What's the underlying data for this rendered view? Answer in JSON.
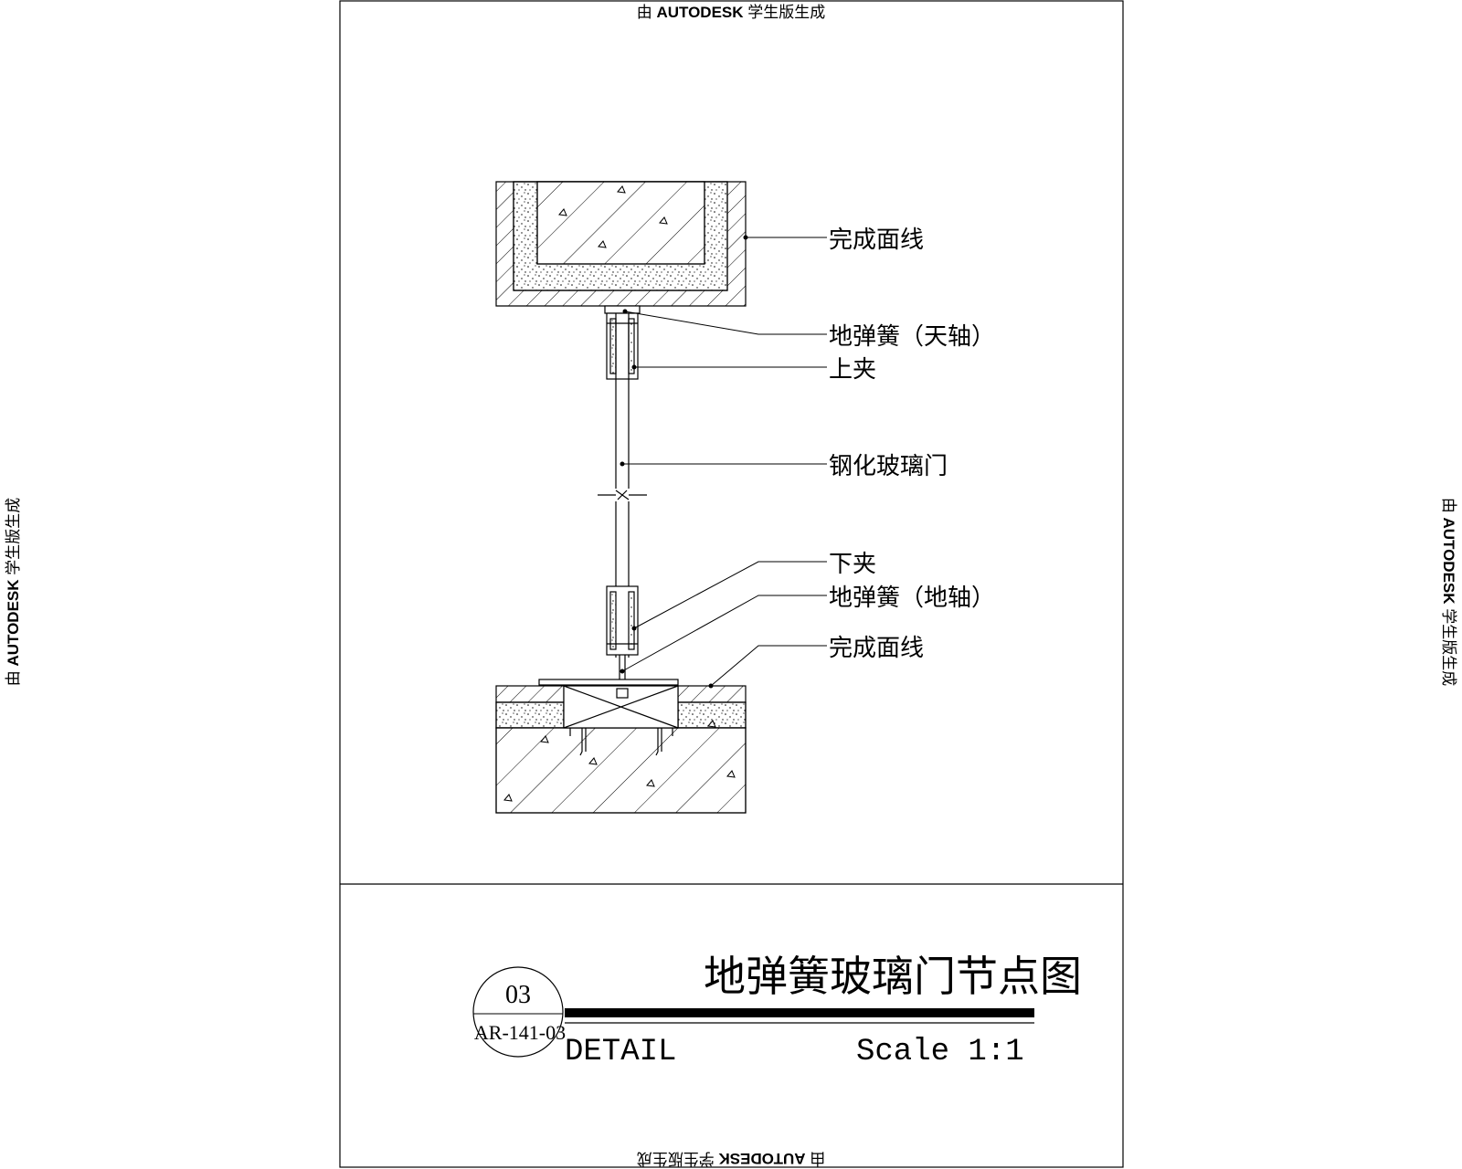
{
  "watermark": {
    "prefix": "由",
    "brand": "AUTODESK",
    "suffix": "学生版生成"
  },
  "labels": {
    "finish_line_top": "完成面线",
    "floor_spring_top_pivot": "地弹簧（天轴）",
    "upper_clamp": "上夹",
    "tempered_glass_door": "钢化玻璃门",
    "lower_clamp": "下夹",
    "floor_spring_floor_pivot": "地弹簧（地轴）",
    "finish_line_bottom": "完成面线"
  },
  "title_block": {
    "title": "地弹簧玻璃门节点图",
    "detail_number": "03",
    "sheet_ref": "AR-141-03",
    "detail_label": "DETAIL",
    "scale_label": "Scale 1:1"
  }
}
